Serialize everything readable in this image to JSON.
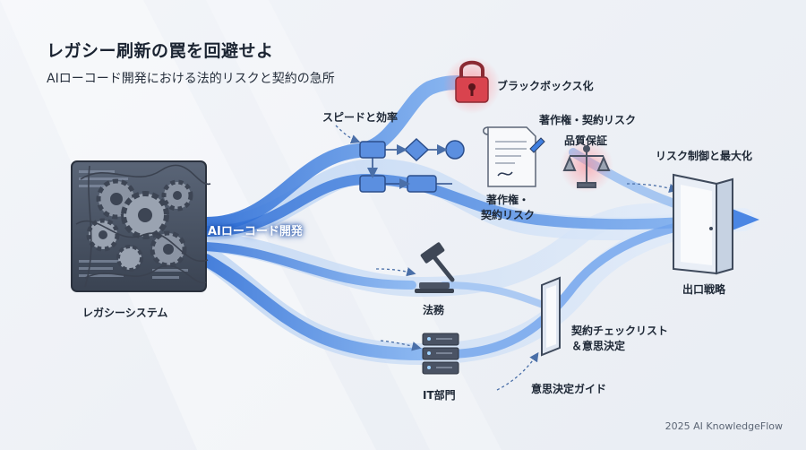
{
  "title": "レガシー刷新の罠を回避せよ",
  "subtitle": "AIローコード開発における法的リスクと契約の急所",
  "labels": {
    "legacy_system": "レガシーシステム",
    "ai_lowcode": "AIローコード開発",
    "speed_efficiency": "スピードと効率",
    "black_box": "ブラックボックス化",
    "copyright_contract_top": "著作権・契約リスク",
    "quality_assurance": "品質保証",
    "copyright_line1": "著作権・",
    "copyright_line2": "契約リスク",
    "risk_control": "リスク制御と最大化",
    "exit_strategy": "出口戦略",
    "legal": "法務",
    "it_department": "IT部門",
    "contract_checklist_line1": "契約チェックリスト",
    "contract_checklist_line2": "＆意思決定",
    "decision_guide": "意思決定ガイド"
  },
  "footer": "2025 AI KnowledgeFlow",
  "colors": {
    "flow_blue": "#3f7fe0",
    "flow_light": "#cfe0f7",
    "risk_red": "#d9434e",
    "box_blue": "#5b8fe0"
  },
  "icons": [
    "gears-icon",
    "lock-icon",
    "contract-document-icon",
    "scales-icon",
    "door-icon",
    "gavel-icon",
    "server-icon",
    "checklist-panel-icon",
    "flowchart-icon"
  ]
}
